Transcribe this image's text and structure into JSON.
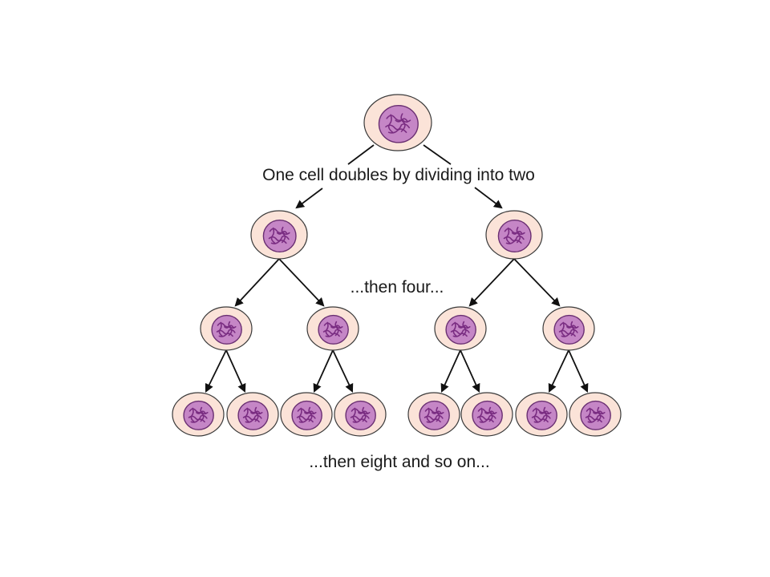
{
  "colors": {
    "cell_fill": "#fbe3d8",
    "cell_stroke": "#3a3a3a",
    "nucleus_fill": "#c586c6",
    "nucleus_stroke": "#6a2f72",
    "chromatin": "#7a2d82",
    "arrow": "#111111"
  },
  "captions": {
    "two": "One cell doubles by dividing into two",
    "four": "...then four...",
    "eight": "...then eight and so on..."
  },
  "tree": {
    "generations": [
      1,
      2,
      4,
      8
    ]
  }
}
